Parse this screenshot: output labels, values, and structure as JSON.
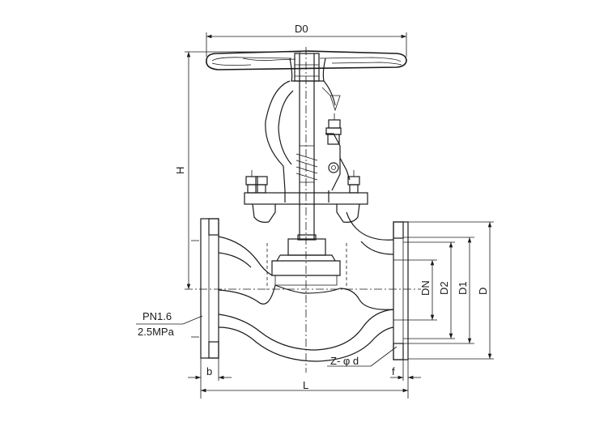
{
  "labels": {
    "d0": "D0",
    "h": "H",
    "dn": "DN",
    "d2": "D2",
    "d1": "D1",
    "d": "D",
    "l": "L",
    "b": "b",
    "f": "f",
    "z_phi_d": "Z- φ d",
    "pn": "PN1.6",
    "mpa": "2.5MPa"
  }
}
